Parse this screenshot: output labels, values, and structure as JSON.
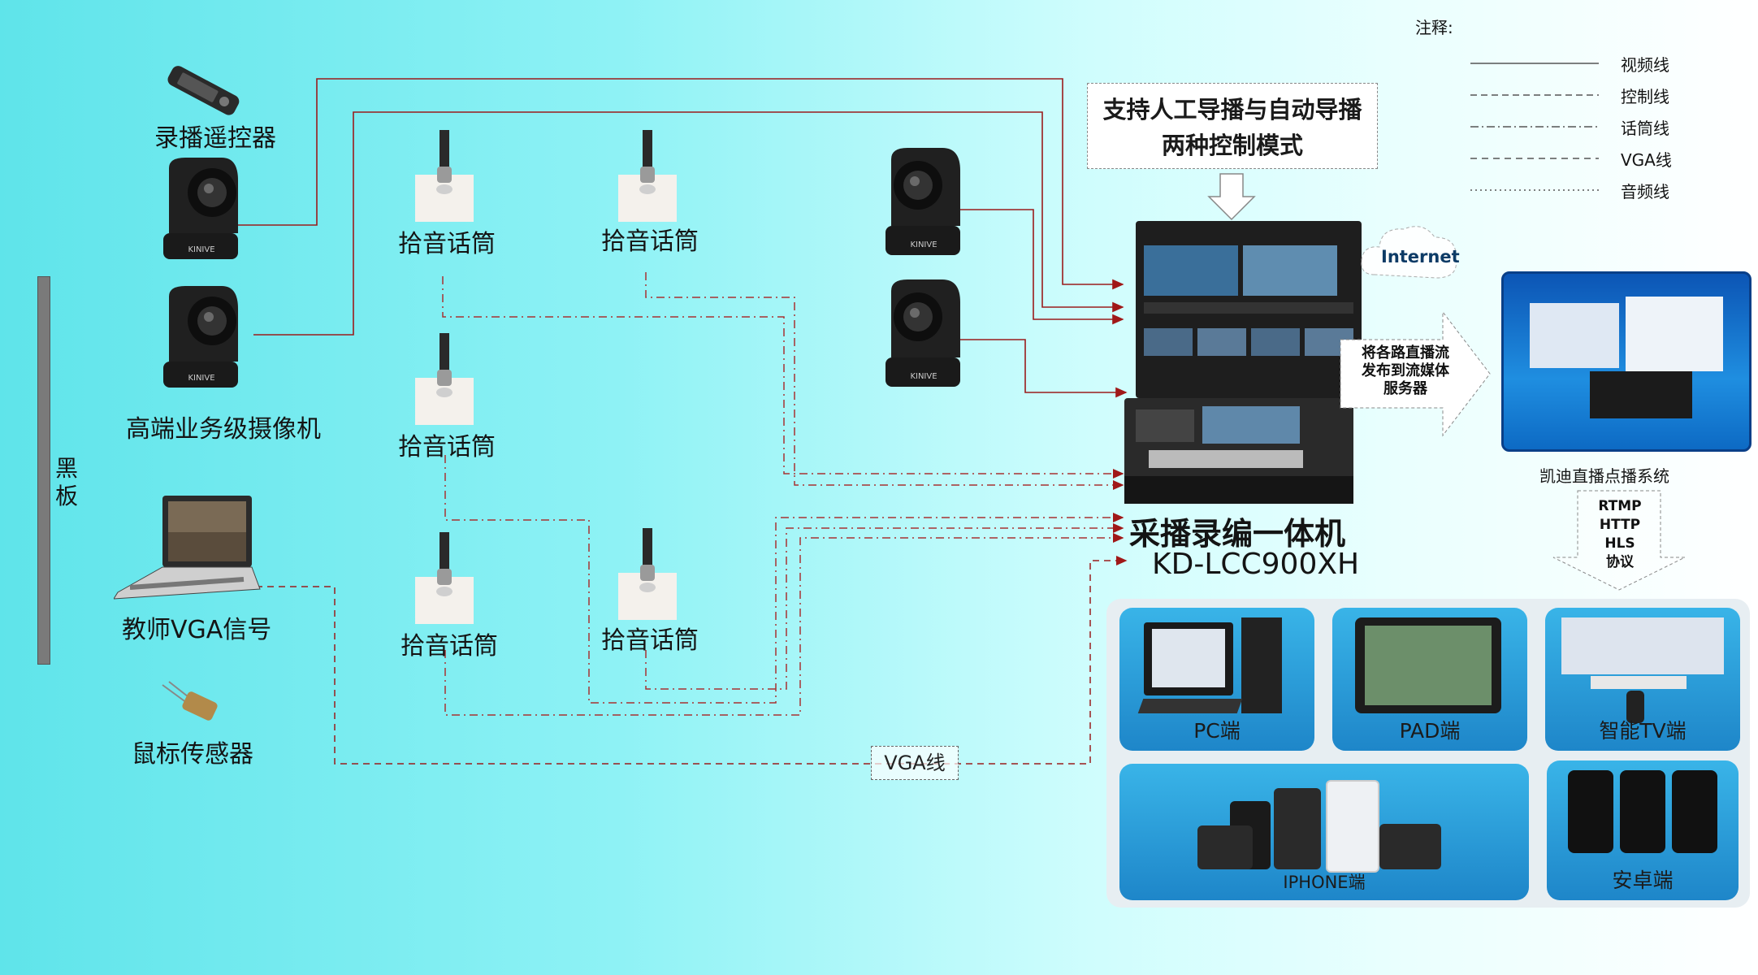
{
  "legend": {
    "title": "注释:",
    "items": [
      {
        "label": "视频线",
        "style": "solid"
      },
      {
        "label": "控制线",
        "style": "dash"
      },
      {
        "label": "话筒线",
        "style": "dashdot"
      },
      {
        "label": "VGA线",
        "style": "dash"
      },
      {
        "label": "音频线",
        "style": "dot"
      }
    ]
  },
  "labels": {
    "remote": "录播遥控器",
    "camera_group": "高端业务级摄像机",
    "blackboard": "黑板",
    "teacher_vga": "教师VGA信号",
    "mouse_sensor": "鼠标传感器",
    "mic_1": "拾音话筒",
    "mic_2": "拾音话筒",
    "mic_3": "拾音话筒",
    "mic_4": "拾音话筒",
    "mic_5": "拾音话筒",
    "vga_wire": "VGA线",
    "camera_brand": "KINIVE"
  },
  "director_note": {
    "line1": "支持人工导播与自动导播",
    "line2": "两种控制模式"
  },
  "device": {
    "name": "采播录编一体机",
    "model": "KD-LCC900XH"
  },
  "internet": "Internet",
  "publish_arrow": {
    "line1": "将各路直播流",
    "line2": "发布到流媒体",
    "line3": "服务器"
  },
  "server_caption": "凯迪直播点播系统",
  "protocols": {
    "p1": "RTMP",
    "p2": "HTTP",
    "p3": "HLS",
    "p4": "协议"
  },
  "clients": {
    "pc": "PC端",
    "pad": "PAD端",
    "tv": "智能TV端",
    "iphone": "IPHONE端",
    "android": "安卓端"
  },
  "colors": {
    "video_line": "#8b1a1a",
    "control_line": "#9a2020",
    "mic_line": "#a33030",
    "vga_line": "#8b1a1a",
    "tile_blue": "#2a9bd8"
  }
}
